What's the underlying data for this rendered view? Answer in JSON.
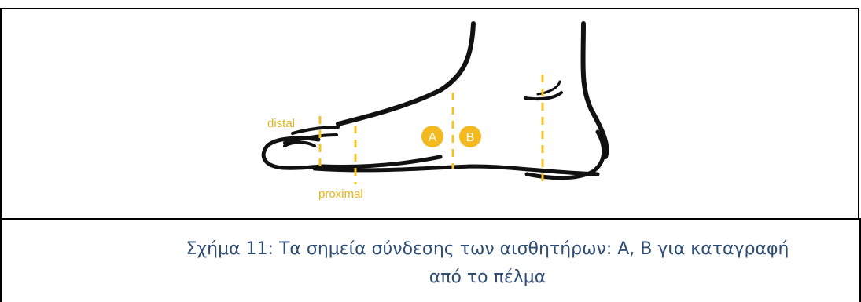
{
  "figure": {
    "labels": {
      "distal": "distal",
      "proximal": "proximal"
    },
    "markers": {
      "a": "A",
      "b": "B"
    },
    "colors": {
      "accent": "#f3b91f",
      "outline": "#111111",
      "caption": "#2e4d74"
    }
  },
  "caption": {
    "line1": "Σχήμα 11: Τα σημεία σύνδεσης των αισθητήρων: A, B για καταγραφή",
    "line2": "από το πέλμα"
  }
}
